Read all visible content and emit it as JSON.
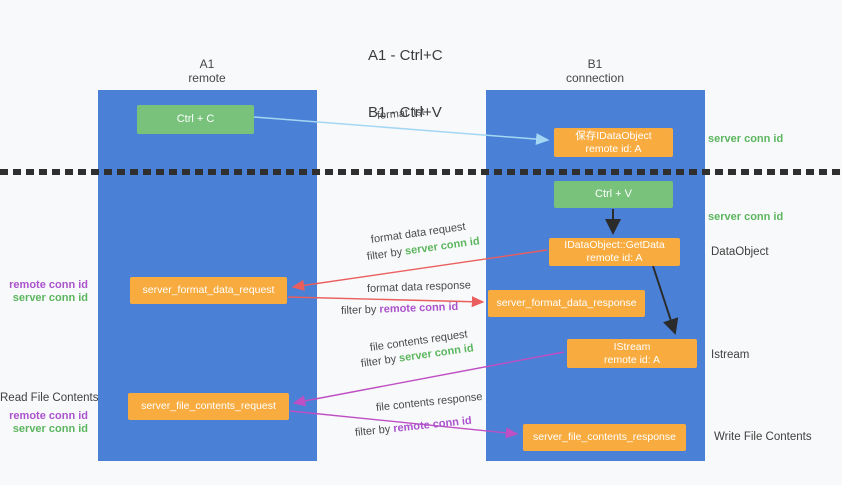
{
  "title": {
    "line1": "A1 - Ctrl+C",
    "line2": "B1 - Ctrl+V"
  },
  "columns": {
    "left": {
      "name": "A1",
      "subtitle": "remote"
    },
    "right": {
      "name": "B1",
      "subtitle": "connection"
    }
  },
  "nodes": {
    "ctrl_c": {
      "label": "Ctrl + C"
    },
    "save_dataobject": {
      "line1": "保存IDataObject",
      "line2": "remote id: A"
    },
    "ctrl_v": {
      "label": "Ctrl + V"
    },
    "getdata": {
      "line1": "IDataObject::GetData",
      "line2": "remote id: A"
    },
    "format_request": {
      "label": "server_format_data_request"
    },
    "format_response": {
      "label": "server_format_data_response"
    },
    "istream": {
      "line1": "IStream",
      "line2": "remote id: A"
    },
    "file_request": {
      "label": "server_file_contents_request"
    },
    "file_response": {
      "label": "server_file_contents_response"
    }
  },
  "arrow_labels": {
    "format_list": "format list",
    "format_data_request": "format data request",
    "format_data_response": "format data response",
    "file_contents_request": "file contents request",
    "file_contents_response": "file contents response",
    "filter_by": "filter by",
    "server_conn_id": "server conn id",
    "remote_conn_id": "remote conn id"
  },
  "side_labels": {
    "right_top_server_conn_id": "server conn id",
    "right_mid_server_conn_id": "server conn id",
    "dataobject": "DataObject",
    "istream": "Istream",
    "write_file_contents": "Write File Contents",
    "read_file_contents": "Read File Contents",
    "left_top": {
      "remote_conn_id": "remote conn id",
      "server_conn_id": "server conn id"
    },
    "left_bottom": {
      "remote_conn_id": "remote conn id",
      "server_conn_id": "server conn id"
    }
  },
  "colors": {
    "column_blue": "#4a80d5",
    "node_orange": "#f8ac40",
    "node_green": "#79c27c",
    "arrow_blue": "#a4d7f4",
    "arrow_red": "#ea5e5e",
    "arrow_magenta": "#bf4fc4",
    "arrow_black": "#2b2b2b",
    "text_green": "#5cb65f",
    "text_purple": "#aa53cd"
  }
}
